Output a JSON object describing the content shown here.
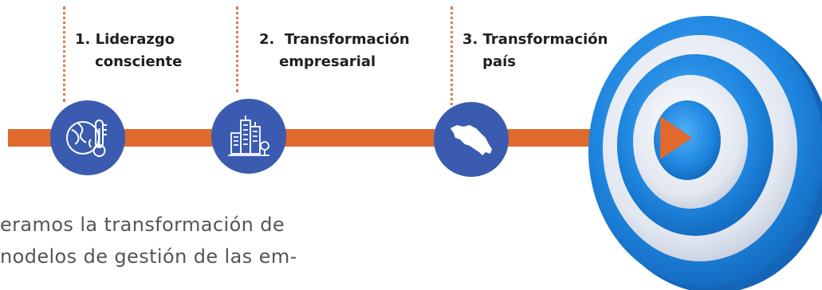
{
  "steps": [
    {
      "label": "1. Liderazgo\n    consciente",
      "icon": "globe-thermometer-icon"
    },
    {
      "label": "2.  Transformación\n    empresarial",
      "icon": "city-buildings-icon"
    },
    {
      "label": "3. Transformación\n    país",
      "icon": "costa-rica-map-icon"
    }
  ],
  "body_text": "eramos la transformación de\nnodelos de gestión de las em-",
  "colors": {
    "arrow": "#e0692e",
    "circle": "#3a5bb0",
    "target_blue": "#1f86e0",
    "target_light": "#dde3ee"
  }
}
